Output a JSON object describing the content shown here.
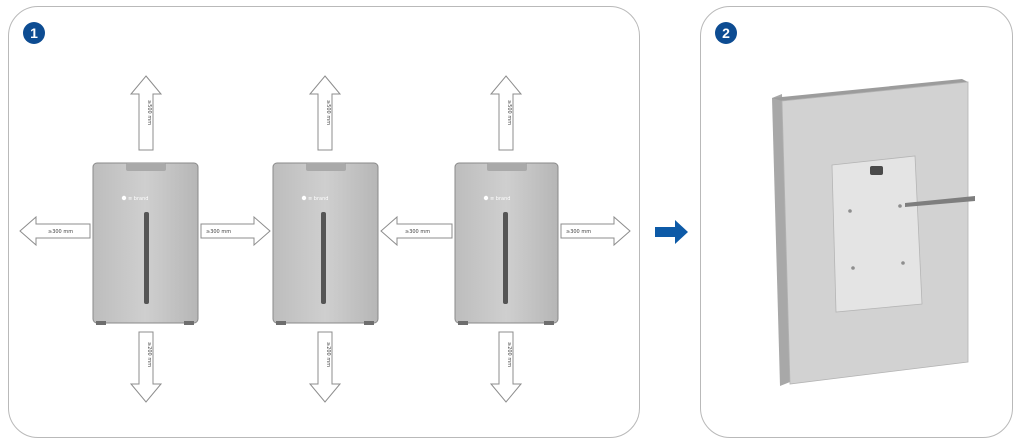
{
  "steps": {
    "first": "1",
    "second": "2"
  },
  "clearance_labels": {
    "left": "≥300 mm",
    "between_1_2": "≥300 mm",
    "between_2_3": "≥300 mm",
    "right": "≥300 mm",
    "top": [
      "≥500 mm",
      "≥500 mm",
      "≥500 mm"
    ],
    "bottom": [
      "≥200 mm",
      "≥200 mm",
      "≥200 mm"
    ]
  },
  "device_brand": "≡ brand",
  "colors": {
    "badge": "#0d4c92",
    "next_arrow": "#0d5aa7",
    "cabinet_body": "#c9c9c9",
    "cabinet_edge": "#8a8a8a",
    "wall": "#d2d2d2",
    "bracket": "#e4e4e4"
  },
  "icons": {
    "next": "arrow-right-icon",
    "clearance": "hollow-arrow-icon"
  }
}
